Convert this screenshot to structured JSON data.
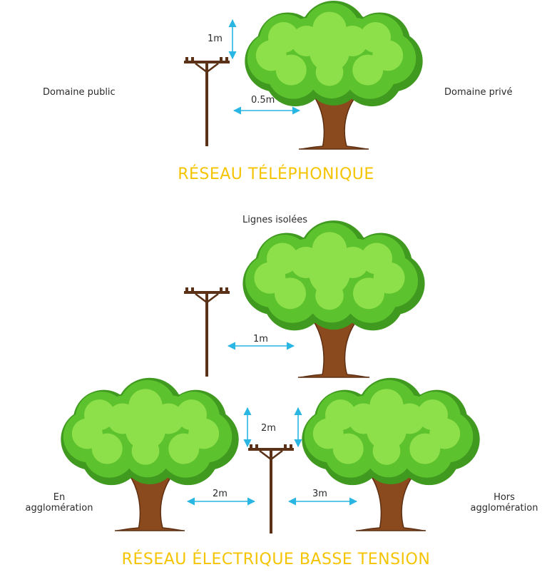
{
  "colors": {
    "heading": "#f5c400",
    "arrow": "#29b6e3",
    "trunk": "#8a4a1e",
    "trunk_dark": "#5e2f12",
    "leaf_light": "#8ee04a",
    "leaf_mid": "#5cc22e",
    "leaf_dark": "#3f9a1f",
    "pole": "#5b3218"
  },
  "telephone": {
    "label_public": "Domaine public",
    "label_private": "Domaine privé",
    "dim_vertical": "1m",
    "dim_horizontal": "0.5m",
    "title": "RÉSEAU TÉLÉPHONIQUE"
  },
  "electric": {
    "subtitle": "Lignes isolées",
    "dim_insulated": "1m",
    "dim_vertical": "2m",
    "dim_left": "2m",
    "dim_right": "3m",
    "label_left_line1": "En",
    "label_left_line2": "agglomération",
    "label_right_line1": "Hors",
    "label_right_line2": "agglomération",
    "title": "RÉSEAU ÉLECTRIQUE BASSE TENSION"
  }
}
